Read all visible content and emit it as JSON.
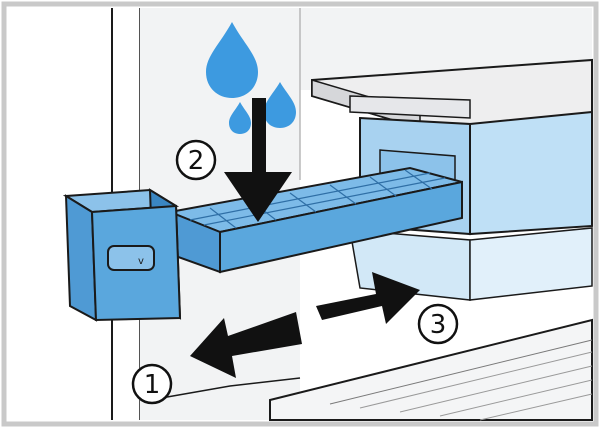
{
  "colors": {
    "background": "#ffffff",
    "frame": "#c9c9c9",
    "outline": "#1a1a1a",
    "light_gray": "#f2f3f4",
    "mid_gray": "#dcdde0",
    "blue_front": "#5aa7dd",
    "blue_light": "#a8d2f0",
    "blue_dark": "#3a86c2",
    "water": "#3d9ae0",
    "arrow": "#111111"
  },
  "icons": {
    "water_drops": "water-drop-icon",
    "arrow_out": "arrow-left-icon",
    "arrow_down": "arrow-down-icon",
    "arrow_in": "arrow-right-icon"
  },
  "steps": [
    {
      "number": "1",
      "action": "pull-out"
    },
    {
      "number": "2",
      "action": "fill-water"
    },
    {
      "number": "3",
      "action": "push-in"
    }
  ],
  "handle_label": "v"
}
